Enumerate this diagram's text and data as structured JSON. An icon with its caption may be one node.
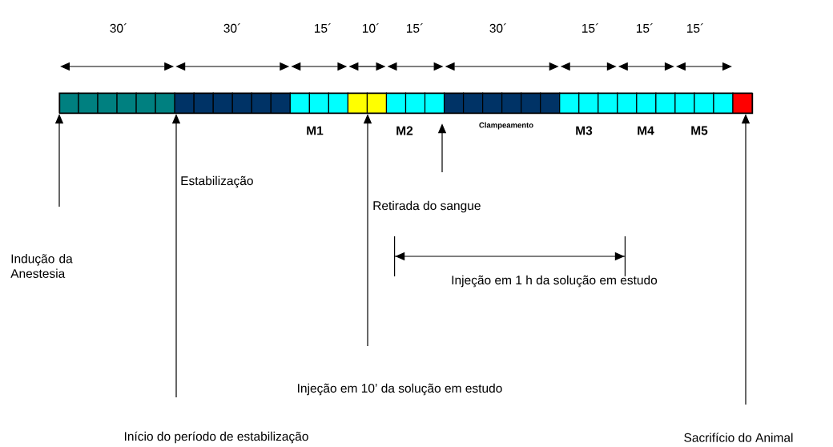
{
  "diagram": {
    "nodes": [
      {
        "text": [],
        "shape": "bar"
      },
      {
        "text": [
          "Retirada do sangue"
        ]
      },
      {
        "text": [
          "Indução da Anestesia"
        ]
      },
      {
        "text": [
          "Injeção em 10’ da solução em estudo"
        ]
      },
      {
        "text": [
          "Início do período de estabilização"
        ]
      },
      {
        "text": [
          "Sacrifício do Animal"
        ]
      }
    ],
    "edges": [
      {
        "from": 2,
        "to": 0,
        "arrow": "to"
      },
      {
        "from": 4,
        "to": 0,
        "arrow": "to"
      },
      {
        "from": 3,
        "to": 0,
        "arrow": "to"
      },
      {
        "from": 1,
        "to": 0,
        "arrow": "to"
      },
      {
        "from": 5,
        "to": 0,
        "arrow": "to"
      }
    ],
    "labels": [
      "30´",
      "30´",
      "15´",
      "10´",
      "15´",
      "30´",
      "15´",
      "15´",
      "15´",
      "M1",
      "M2",
      "Clampeamento",
      "M3",
      "M4",
      "M5",
      "Estabilização",
      "Injeção em 1 h da solução em estudo"
    ]
  }
}
